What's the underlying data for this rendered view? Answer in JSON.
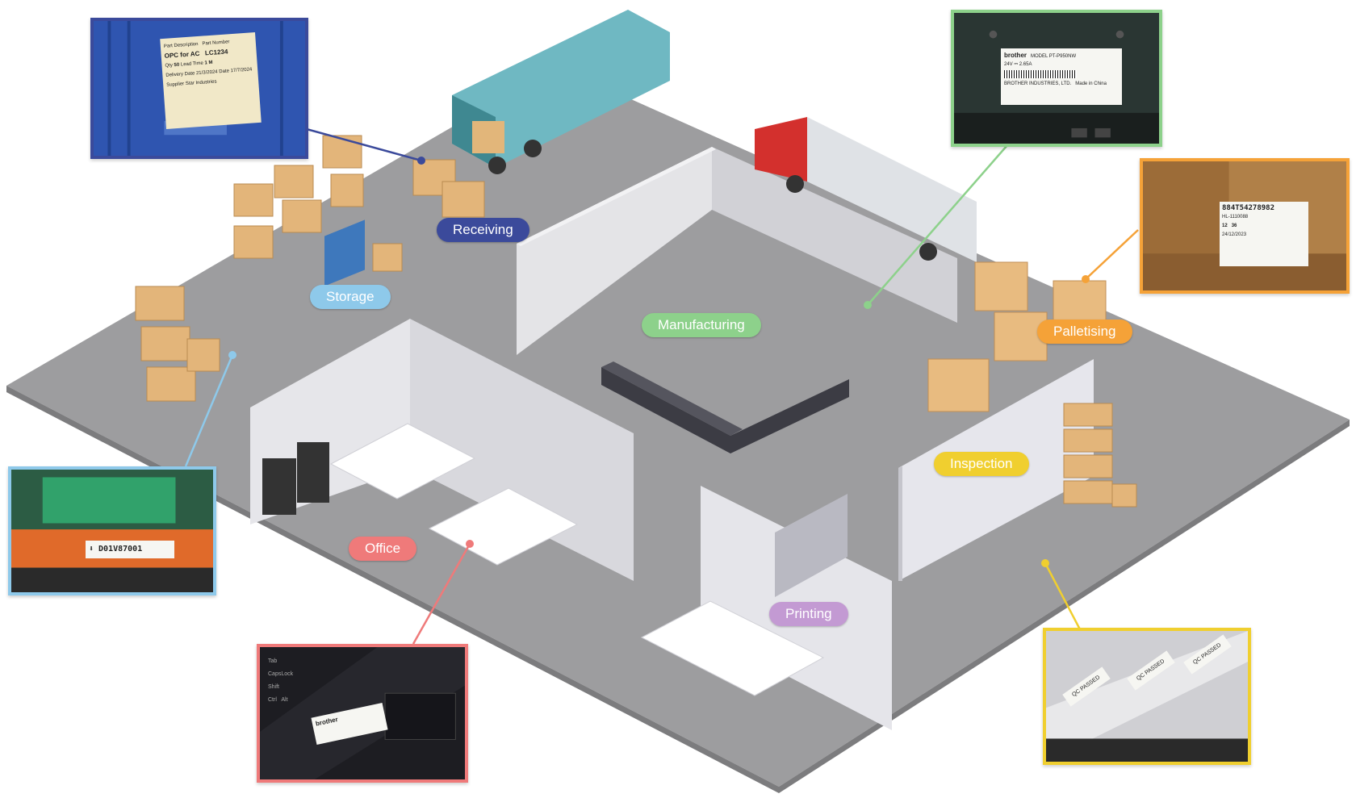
{
  "areas": {
    "receiving": {
      "label": "Receiving",
      "color": "#3b4a9b"
    },
    "storage": {
      "label": "Storage",
      "color": "#8ec9ea"
    },
    "manufacturing": {
      "label": "Manufacturing",
      "color": "#8dd18b"
    },
    "palletising": {
      "label": "Palletising",
      "color": "#f5a238"
    },
    "inspection": {
      "label": "Inspection",
      "color": "#f0cf2f"
    },
    "office": {
      "label": "Office",
      "color": "#ef7a7a"
    },
    "printing": {
      "label": "Printing",
      "color": "#c39ad3"
    }
  },
  "callouts": {
    "receiving_photo": {
      "border": "#3b4a9b",
      "rows": [
        [
          "Part Description",
          "Part Number"
        ],
        [
          "OPC for AC",
          "LC1234"
        ],
        [
          "Qty",
          "50",
          "Lead Time",
          "1 M"
        ],
        [
          "Delivery Date",
          "21/3/2024",
          "Date",
          "17/7/2024"
        ],
        [
          "Supplier",
          "Star Industries"
        ]
      ]
    },
    "manufacturing_photo": {
      "border": "#8dd18b",
      "brand": "brother",
      "model": "MODEL PT-P950NW",
      "spec": "24V ⎓ 2.65A",
      "maker": "BROTHER INDUSTRIES, LTD.",
      "origin": "Made in China"
    },
    "palletising_photo": {
      "border": "#f5a238",
      "code": "884T54278982",
      "fields": [
        "HL-1110088",
        "12",
        "36",
        "24/12/2023"
      ]
    },
    "storage_photo": {
      "border": "#8ec9ea",
      "code": "⬇ D01V87001"
    },
    "office_photo": {
      "border": "#ef7a7a",
      "brand": "brother",
      "keys": [
        "Tab",
        "CapsLock",
        "Shift",
        "Ctrl",
        "Alt"
      ]
    },
    "inspection_photo": {
      "border": "#f0cf2f",
      "stamp": "QC PASSED"
    }
  }
}
